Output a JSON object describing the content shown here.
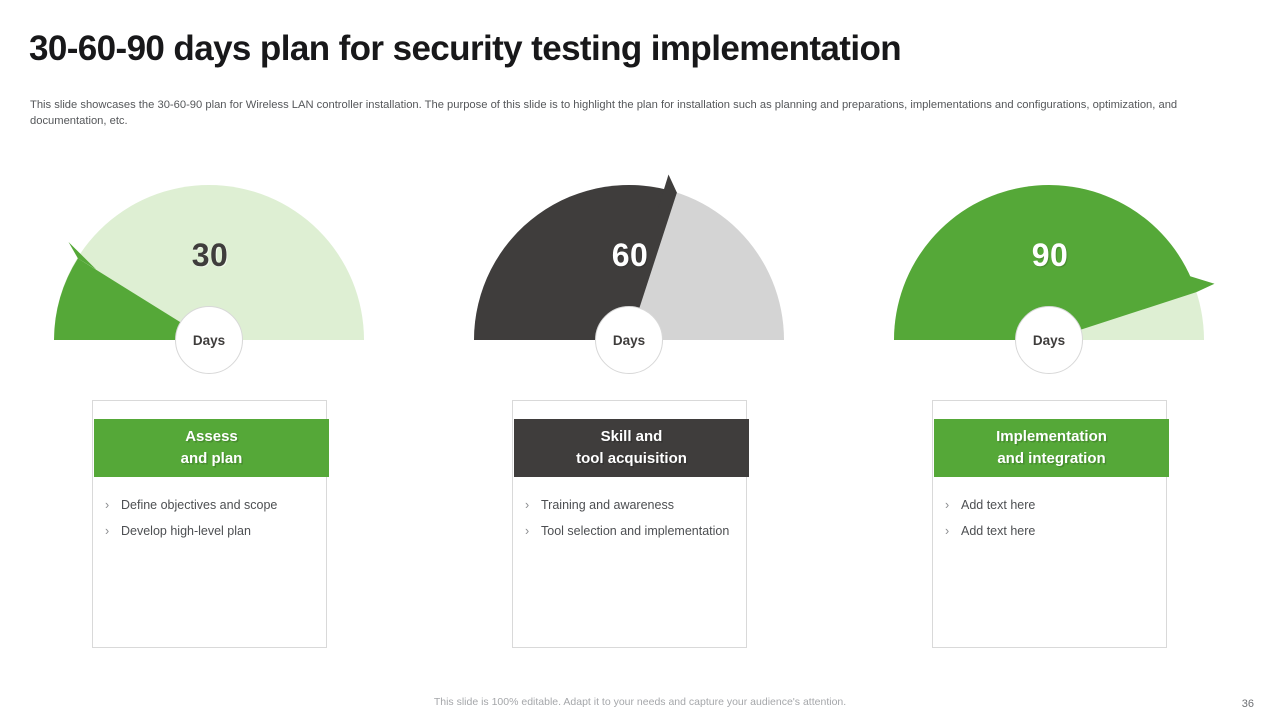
{
  "slide": {
    "title": "30-60-90 days plan for security testing implementation",
    "subtitle": "This slide showcases the 30-60-90 plan for Wireless LAN controller installation. The purpose of this slide is to highlight the plan for installation such as planning and preparations, implementations and configurations, optimization, and documentation, etc.",
    "footer_note": "This slide is 100% editable. Adapt it to your needs and capture your audience's attention.",
    "page_number": "36"
  },
  "colors": {
    "green": "#55a838",
    "green_light": "#deefd3",
    "dark": "#3f3d3c",
    "gray_light": "#d4d4d4",
    "white": "#ffffff"
  },
  "chart_data": {
    "type": "pie",
    "title": "30-60-90 days plan gauges",
    "legend": "none",
    "gauges": [
      {
        "value": 30,
        "value_label": "30",
        "unit_label": "Days",
        "max": 100,
        "percent_filled": 30,
        "fill_color": "#55a838",
        "track_color": "#deefd3",
        "value_text_color": "#3f3d3c"
      },
      {
        "value": 60,
        "value_label": "60",
        "unit_label": "Days",
        "max": 100,
        "percent_filled": 60,
        "fill_color": "#3f3d3c",
        "track_color": "#d4d4d4",
        "value_text_color": "#ffffff"
      },
      {
        "value": 90,
        "value_label": "90",
        "unit_label": "Days",
        "max": 100,
        "percent_filled": 90,
        "fill_color": "#55a838",
        "track_color": "#deefd3",
        "value_text_color": "#ffffff"
      }
    ]
  },
  "cards": [
    {
      "title_line1": "Assess",
      "title_line2": "and plan",
      "header_style": "green",
      "items": [
        "Define objectives and scope",
        "Develop high-level plan"
      ]
    },
    {
      "title_line1": "Skill and",
      "title_line2": "tool acquisition",
      "header_style": "dark",
      "items": [
        "Training and awareness",
        "Tool selection and implementation"
      ]
    },
    {
      "title_line1": "Implementation",
      "title_line2": "and integration",
      "header_style": "green",
      "items": [
        "Add text here",
        "Add text here"
      ]
    }
  ],
  "icons": {
    "chevron": "›"
  }
}
